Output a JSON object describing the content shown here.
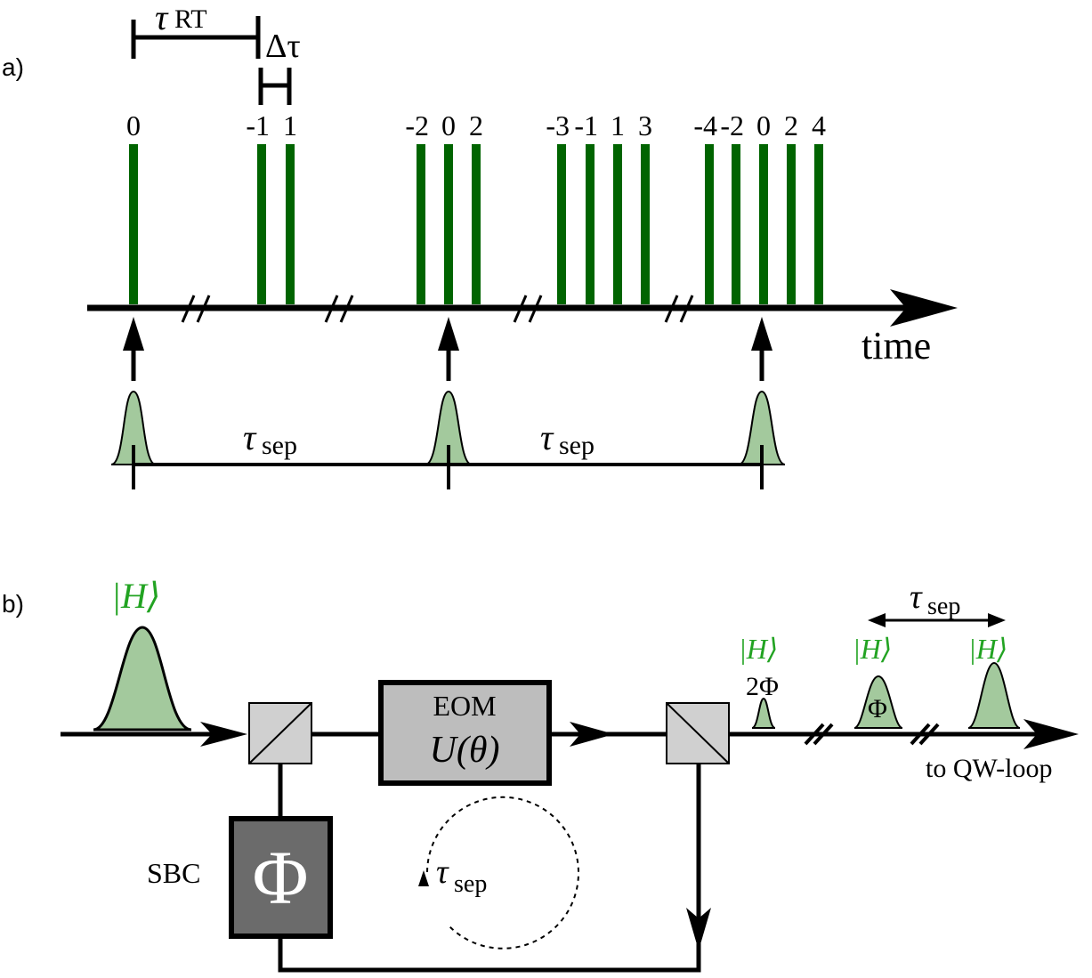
{
  "panel_a": {
    "label": "a)",
    "tau_rt_main": "τ",
    "tau_rt_sub": "RT",
    "delta_tau": "Δτ",
    "time_label": "time",
    "groups": [
      {
        "labels": [
          "0"
        ]
      },
      {
        "labels": [
          "-1",
          "1"
        ]
      },
      {
        "labels": [
          "-2",
          "0",
          "2"
        ]
      },
      {
        "labels": [
          "-3",
          "-1",
          "1",
          "3"
        ]
      },
      {
        "labels": [
          "-4",
          "-2",
          "0",
          "2",
          "4"
        ]
      }
    ],
    "tau_sep_main": "τ",
    "tau_sep_sub": "sep"
  },
  "panel_b": {
    "label": "b)",
    "input_state": "|H⟩",
    "eom_title": "EOM",
    "eom_op": "U(θ)",
    "sbc_label": "SBC",
    "sbc_symbol": "Φ",
    "loop_tau_main": "τ",
    "loop_tau_sub": "sep",
    "out_tau_main": "τ",
    "out_tau_sub": "sep",
    "out_states": [
      "|H⟩",
      "|H⟩",
      "|H⟩"
    ],
    "phase_2phi": "2Φ",
    "phase_phi": "Φ",
    "to_loop": "to QW-loop"
  },
  "colors": {
    "pulse_green": "#006400",
    "pulse_fill": "#a3c99d",
    "state_green": "#22a322",
    "eom_fill": "#bdbdbd",
    "sbc_fill": "#6b6b6b",
    "bs_fill": "#d0d0d0"
  }
}
